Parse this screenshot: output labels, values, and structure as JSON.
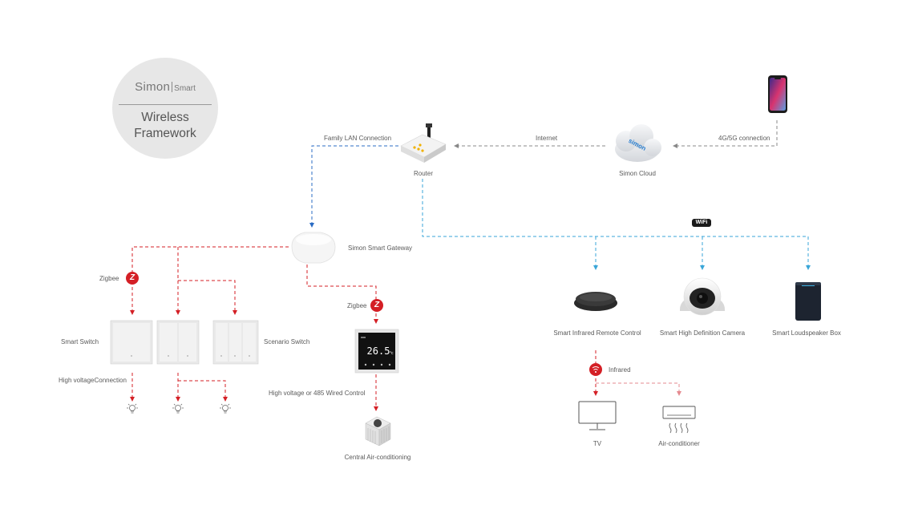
{
  "logo": {
    "brand": "Simon",
    "brand_suffix": "Smart",
    "tagline_line1": "Wireless",
    "tagline_line2": "Framework"
  },
  "labels": {
    "family_lan": "Family LAN Connection",
    "internet": "Internet",
    "connection_4g5g": "4G/5G connection",
    "router": "Router",
    "simon_cloud": "Simon Cloud",
    "wifi": "WiFi",
    "gateway": "Simon Smart Gateway",
    "zigbee_left": "Zigbee",
    "zigbee_right": "Zigbee",
    "smart_switch": "Smart Switch",
    "scenario_switch": "Scenario Switch",
    "high_voltage_connection": "High voltageConnection",
    "high_voltage_485": "High voltage or 485 Wired Control",
    "central_ac": "Central Air-conditioning",
    "ir_remote": "Smart Infrared Remote Control",
    "hd_camera": "Smart High Definition Camera",
    "loudspeaker": "Smart Loudspeaker Box",
    "infrared": "Infrared",
    "tv": "TV",
    "air_conditioner": "Air-conditioner"
  },
  "thermostat": {
    "reading": "26.5",
    "unit": "°c"
  },
  "cloud_text": "simon",
  "colors": {
    "red": "#d41f25",
    "pink": "#e58a8f",
    "blue": "#2b6cc4",
    "lightblue": "#3aa6d8",
    "grey": "#888888"
  }
}
